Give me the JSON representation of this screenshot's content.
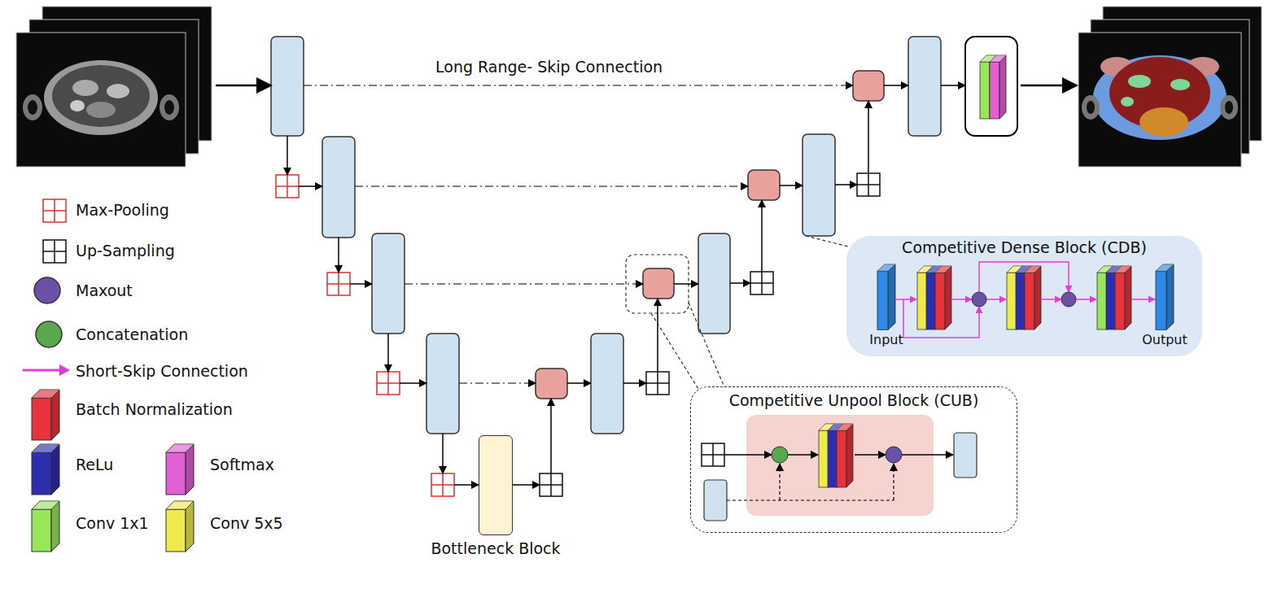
{
  "diagram": {
    "nodes": [
      {
        "text": [
          "Bottleneck Block"
        ]
      },
      {
        "text": [
          "Competitive Dense Block (CDB)",
          "Input",
          "Output"
        ]
      },
      {
        "text": [
          "Competitive Unpool Block (CUB)"
        ]
      }
    ],
    "labels": [
      "Long Range- Skip Connection"
    ],
    "legend": [
      {
        "text": "Max-Pooling"
      },
      {
        "text": "Up-Sampling"
      },
      {
        "text": "Maxout",
        "color": "#6b50a8"
      },
      {
        "text": "Concatenation",
        "color": "#5aa84c"
      },
      {
        "text": "Short-Skip Connection"
      },
      {
        "text": "Batch Normalization",
        "color": "#e8323c"
      },
      {
        "text": "ReLu",
        "color": "#2d2db0"
      },
      {
        "text": "Softmax",
        "color": "#e35fd6"
      },
      {
        "text": "Conv 1x1",
        "color": "#98e65a"
      },
      {
        "text": "Conv 5x5",
        "color": "#eeea4d"
      }
    ]
  }
}
